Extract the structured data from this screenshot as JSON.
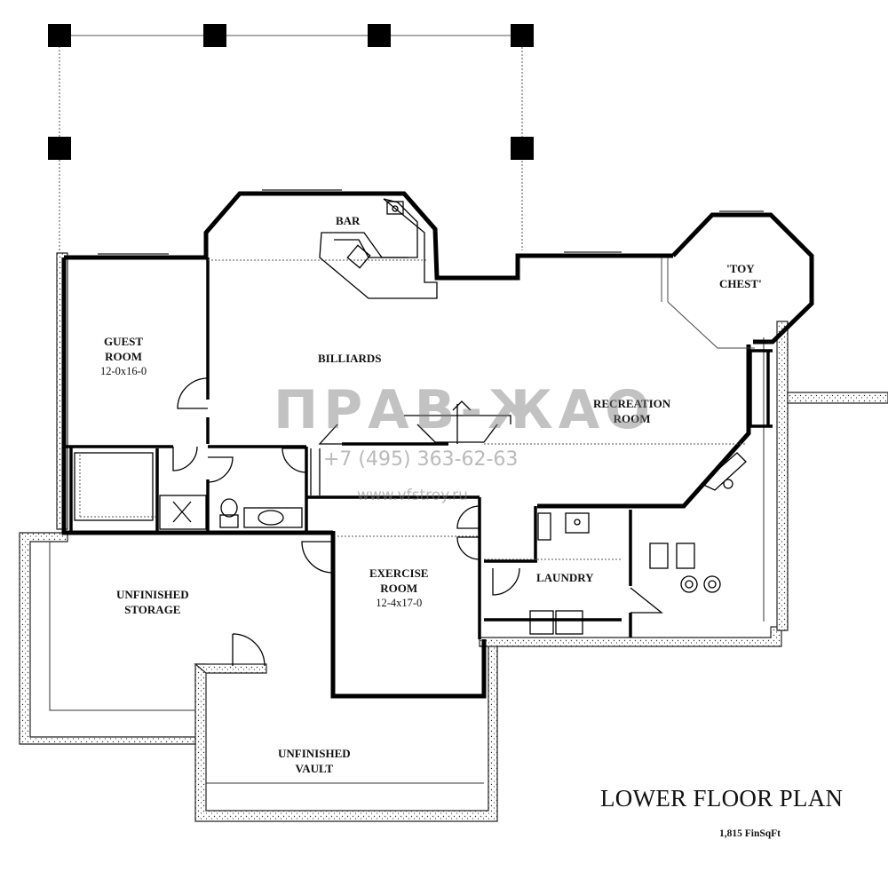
{
  "plan": {
    "title": "LOWER FLOOR PLAN",
    "area": "1,815 FinSqFt"
  },
  "rooms": {
    "bar": "BAR",
    "toy_chest_1": "'TOY",
    "toy_chest_2": "CHEST'",
    "guest_room_1": "GUEST",
    "guest_room_2": "ROOM",
    "guest_room_dim": "12-0x16-0",
    "billiards": "BILLIARDS",
    "recreation_1": "RECREATION",
    "recreation_2": "ROOM",
    "exercise_1": "EXERCISE",
    "exercise_2": "ROOM",
    "exercise_dim": "12-4x17-0",
    "laundry": "LAUNDRY",
    "storage_1": "UNFINISHED",
    "storage_2": "STORAGE",
    "vault_1": "UNFINISHED",
    "vault_2": "VAULT"
  },
  "watermark": {
    "brand": "ПРАВ-ЖАО",
    "phone": "+7 (495) 363-62-63",
    "url": "www.vfstroy.ru"
  }
}
